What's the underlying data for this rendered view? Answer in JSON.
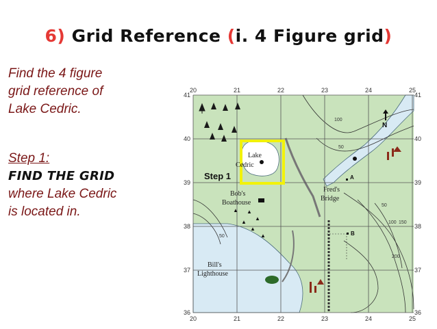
{
  "title": {
    "number": "6",
    "close_paren": ")",
    "main": "Grid Reference",
    "open_paren": "(",
    "sub": "i. 4 Figure grid",
    "end_paren": ")"
  },
  "instructions": {
    "line1": "Find the 4 figure",
    "line2": "grid reference of",
    "line3": "Lake Cedric.",
    "step_label": "Step 1:",
    "step_heading": "FIND THE GRID",
    "line4": "where Lake Cedric",
    "line5": "is located in."
  },
  "map": {
    "easting_ticks": [
      "20",
      "21",
      "22",
      "23",
      "24",
      "25"
    ],
    "northing_ticks": [
      "41",
      "40",
      "39",
      "38",
      "37",
      "36"
    ],
    "labels": {
      "lake_line1": "Lake",
      "lake_line2": "Cedric",
      "step": "Step 1",
      "bob_line1": "Bob's",
      "bob_line2": "Boathouse",
      "fred_line1": "Fred's",
      "fred_line2": "Bridge",
      "bill_line1": "Bill's",
      "bill_line2": "Lighthouse",
      "north": "N",
      "point_a": "A",
      "point_b": "B"
    },
    "contours": [
      "100",
      "50",
      "50",
      "100",
      "150",
      "200",
      "50"
    ],
    "colors": {
      "land": "#c9e3bc",
      "water": "#d8eaf4",
      "grid": "#555555",
      "highlight": "#f2f20a",
      "tree": "#1a1a1a",
      "camp": "#8b2a1a",
      "forest_patch": "#2d6b2a"
    }
  }
}
